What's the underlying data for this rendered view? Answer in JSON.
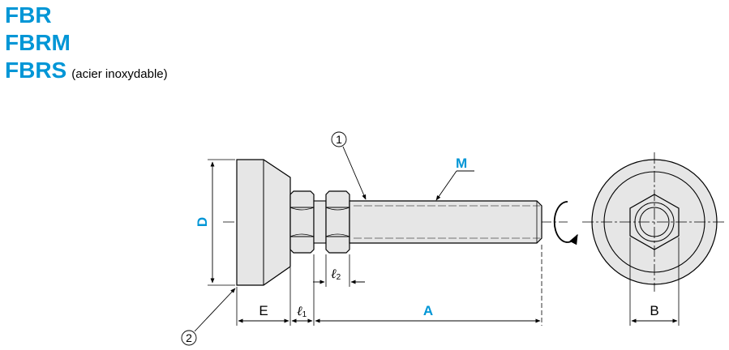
{
  "titles": {
    "line1": "FBR",
    "line2": "FBRM",
    "line3": "FBRS",
    "line3_note": "(acier inoxydable)"
  },
  "labels": {
    "D": "D",
    "M": "M",
    "A": "A",
    "E": "E",
    "B": "B",
    "l1_letter": "ℓ",
    "l1_sub": "1",
    "l2_letter": "ℓ",
    "l2_sub": "2",
    "callout1": "1",
    "callout2": "2"
  },
  "colors": {
    "accent": "#0096d6",
    "part_fill": "#e6e6e6",
    "line": "#000000"
  }
}
